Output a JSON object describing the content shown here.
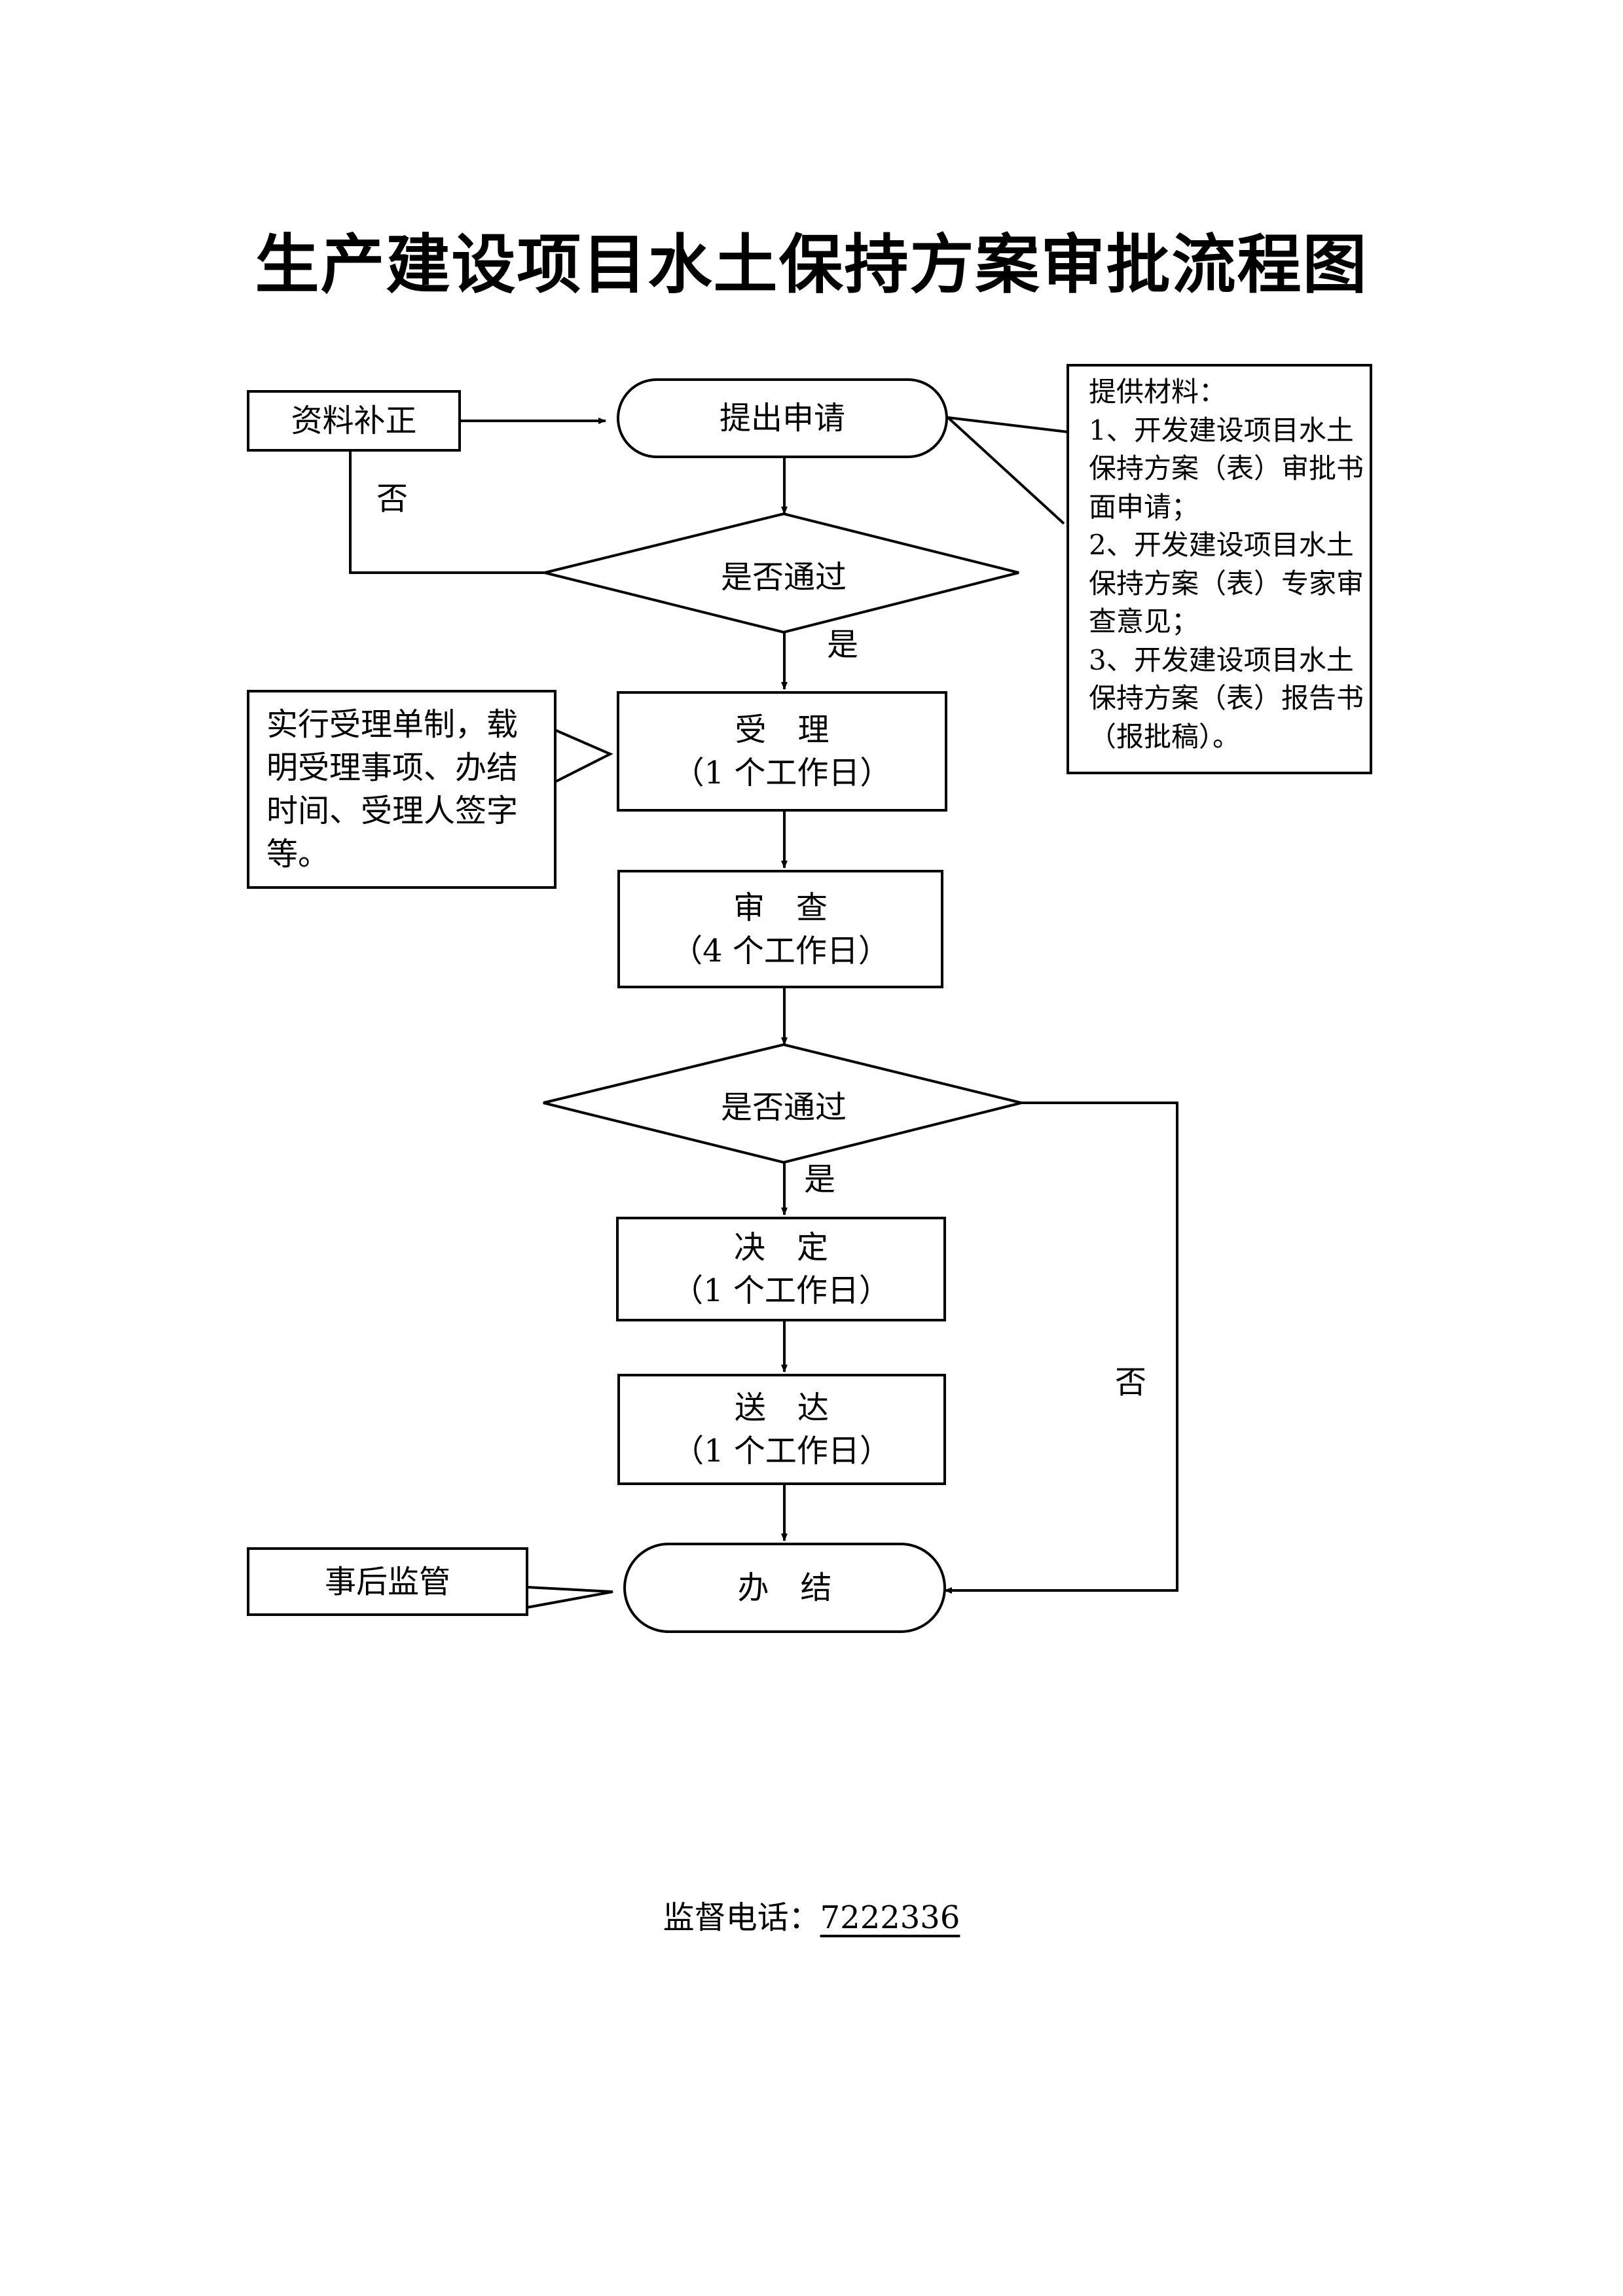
{
  "title": "生产建设项目水土保持方案审批流程图",
  "nodes": {
    "apply": "提出申请",
    "supplement": "资料补正",
    "decision1": "是否通过",
    "accept_label": "受　理",
    "accept_days": "（1 个工作日）",
    "review_label": "审　查",
    "review_days": "（4 个工作日）",
    "decision2": "是否通过",
    "decide_label": "决　定",
    "decide_days": "（1 个工作日）",
    "deliver_label": "送　达",
    "deliver_days": "（1 个工作日）",
    "finish": "办　结",
    "supervise": "事后监管"
  },
  "edge_labels": {
    "no1": "否",
    "yes1": "是",
    "yes2": "是",
    "no2": "否"
  },
  "notes": {
    "accept_note": "实行受理单制，载明受理事项、办结时间、受理人签字等。",
    "materials": [
      "提供材料：",
      "1、开发建设项目水土",
      "保持方案（表）审批书",
      "面申请；",
      "2、开发建设项目水土",
      "保持方案（表）专家审",
      "查意见；",
      "3、开发建设项目水土",
      "保持方案（表）报告书",
      "（报批稿）。"
    ]
  },
  "footer": {
    "label": "监督电话：",
    "phone": "7222336"
  }
}
